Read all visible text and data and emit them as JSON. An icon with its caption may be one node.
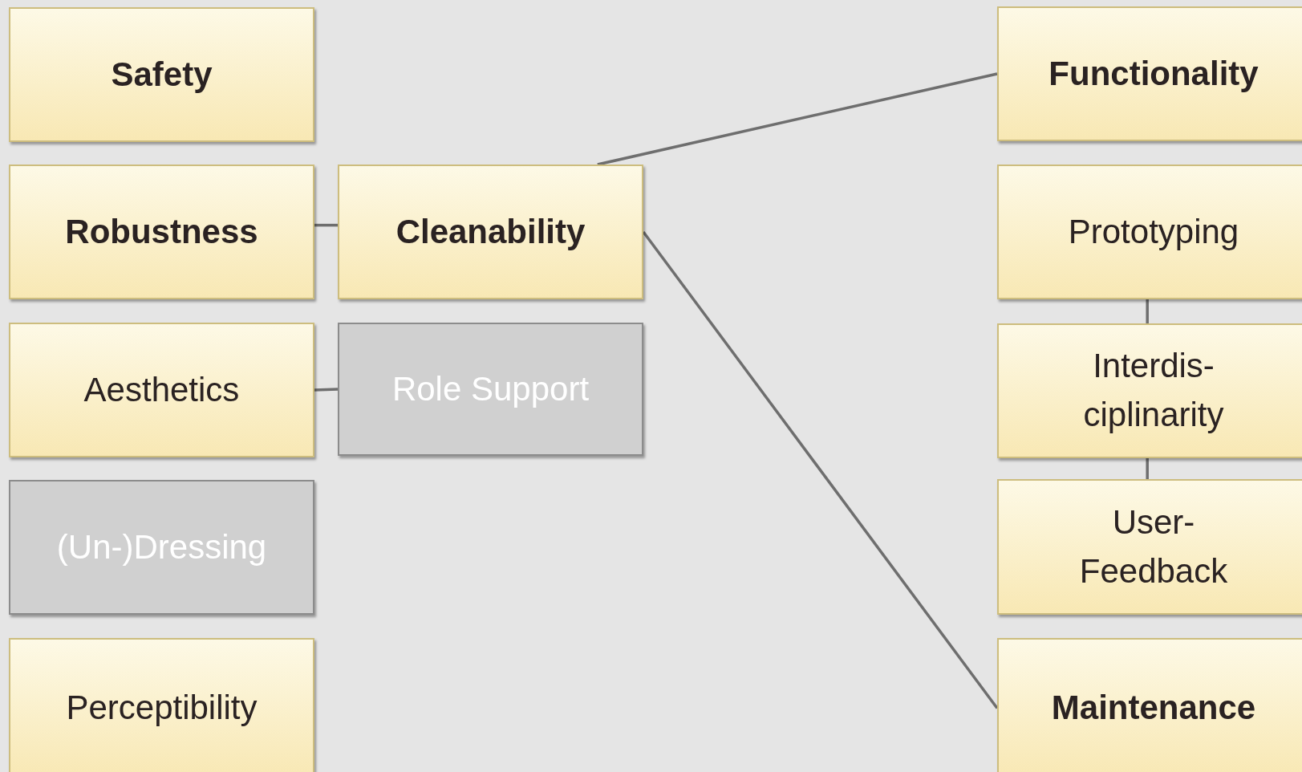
{
  "diagram": {
    "nodes": [
      {
        "text": [
          "Safety"
        ]
      },
      {
        "text": [
          "Robustness"
        ]
      },
      {
        "text": [
          "Aesthetics"
        ]
      },
      {
        "text": [
          "(Un-)Dressing"
        ]
      },
      {
        "text": [
          "Perceptibility"
        ]
      },
      {
        "text": [
          "Cleanability"
        ]
      },
      {
        "text": [
          "Role Support"
        ]
      },
      {
        "text": [
          "Functionality"
        ]
      },
      {
        "text": [
          "Prototyping"
        ]
      },
      {
        "text": [
          "Interdis- ciplinarity"
        ]
      },
      {
        "text": [
          "User- Feedback"
        ]
      },
      {
        "text": [
          "Maintenance"
        ]
      }
    ],
    "edges": [
      {
        "from": 1,
        "to": 5,
        "arrow": "none"
      },
      {
        "from": 2,
        "to": 6,
        "arrow": "none"
      },
      {
        "from": 5,
        "to": 7,
        "arrow": "none"
      },
      {
        "from": 5,
        "to": 11,
        "arrow": "none"
      },
      {
        "from": 8,
        "to": 9,
        "arrow": "none"
      },
      {
        "from": 9,
        "to": 10,
        "arrow": "none"
      }
    ]
  }
}
